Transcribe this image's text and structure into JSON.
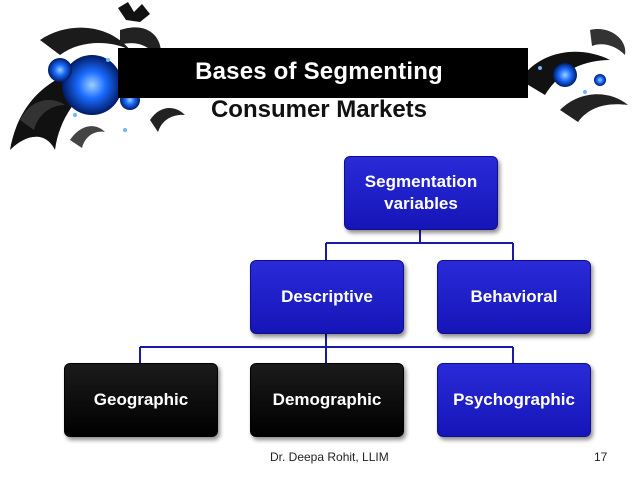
{
  "title": {
    "line1": "Bases of Segmenting",
    "line2": "Consumer Markets"
  },
  "diagram": {
    "root": {
      "label": "Segmentation variables",
      "line1": "Segmentation",
      "line2": "variables"
    },
    "level1": [
      {
        "label": "Descriptive",
        "color": "#1f1fc8"
      },
      {
        "label": "Behavioral",
        "color": "#1f1fc8"
      }
    ],
    "level2": [
      {
        "label": "Geographic",
        "color": "#000000"
      },
      {
        "label": "Demographic",
        "color": "#000000"
      },
      {
        "label": "Psychographic",
        "color": "#1f1fc8"
      }
    ]
  },
  "footer": {
    "author": "Dr. Deepa Rohit, LLIM",
    "page_number": "17"
  },
  "colors": {
    "node_blue": "#1f1fc8",
    "node_black": "#000000",
    "connector": "#1a1aa8",
    "banner": "#000000",
    "ornament_accent": "#1a6cff"
  }
}
